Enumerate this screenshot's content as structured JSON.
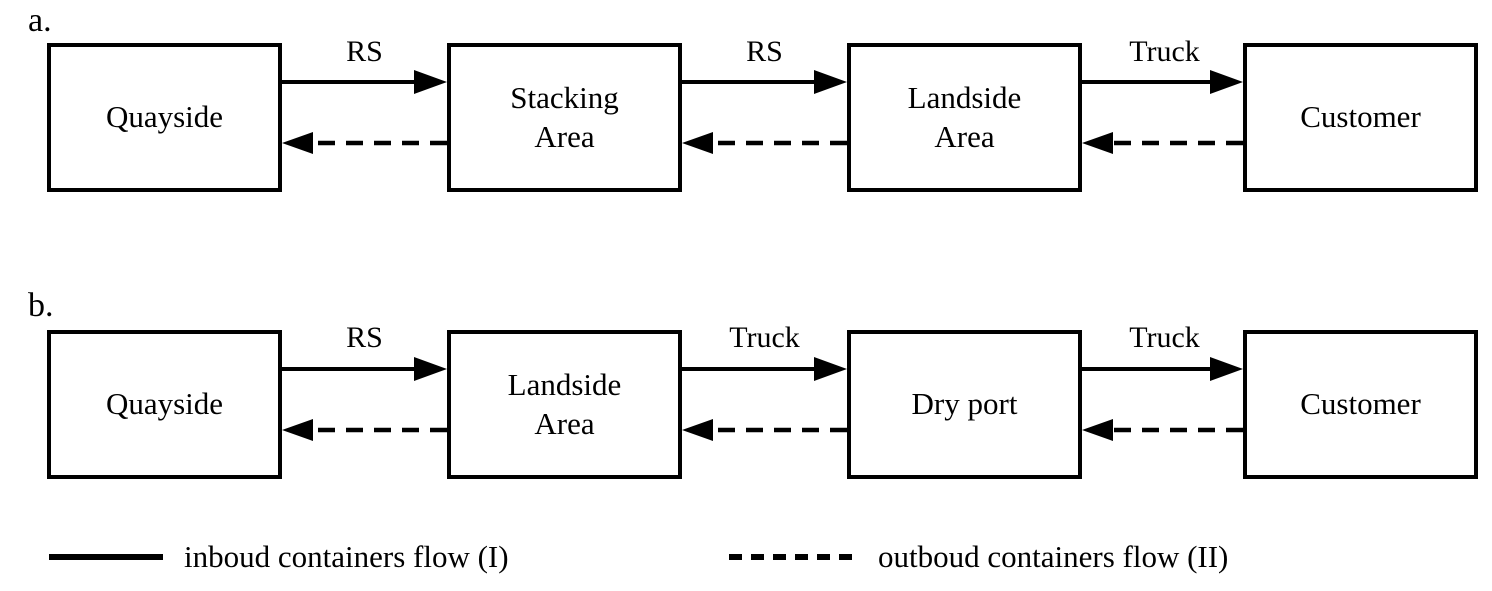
{
  "figure": {
    "background_color": "#ffffff",
    "line_color": "#000000",
    "solid_line_meaning": "inbound flow, left to right",
    "dashed_line_meaning": "outbound flow, right to left"
  },
  "rows": [
    {
      "label": "a.",
      "boxes": [
        {
          "label": "Quayside"
        },
        {
          "label": "Stacking\nArea"
        },
        {
          "label": "Landside\nArea"
        },
        {
          "label": "Customer"
        }
      ],
      "arrow_labels": [
        {
          "label": "RS"
        },
        {
          "label": "RS"
        },
        {
          "label": "Truck"
        }
      ]
    },
    {
      "label": "b.",
      "boxes": [
        {
          "label": "Quayside"
        },
        {
          "label": "Landside\nArea"
        },
        {
          "label": "Dry port"
        },
        {
          "label": "Customer"
        }
      ],
      "arrow_labels": [
        {
          "label": "RS"
        },
        {
          "label": "Truck"
        },
        {
          "label": "Truck"
        }
      ]
    }
  ],
  "legend": {
    "inbound_label": "inboud containers flow (I)",
    "outbound_label": "outboud containers flow (II)"
  }
}
